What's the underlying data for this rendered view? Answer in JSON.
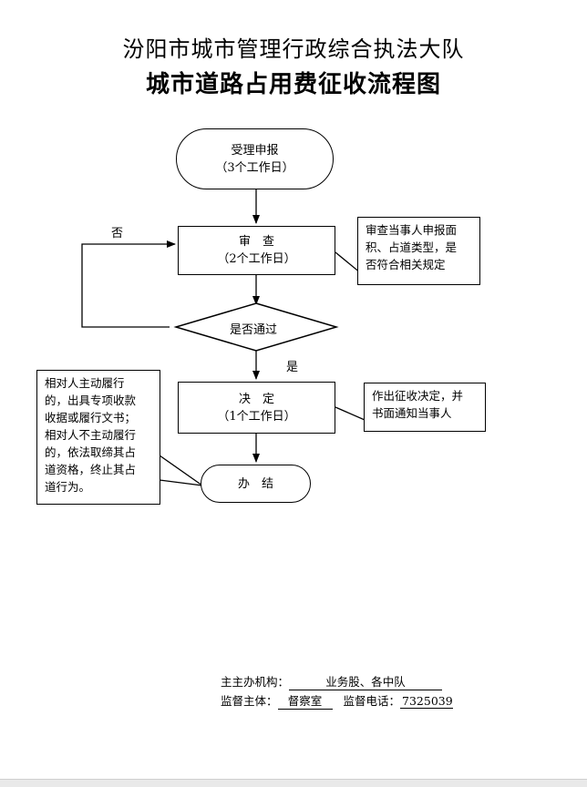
{
  "title": {
    "line1": "汾阳市城市管理行政综合执法大队",
    "line2": "城市道路占用费征收流程图"
  },
  "nodes": {
    "accept": {
      "label": "受理申报",
      "duration": "（3个工作日）"
    },
    "review": {
      "label": "审　查",
      "duration": "（2个工作日）"
    },
    "decision_diamond": {
      "label": "是否通过"
    },
    "decide": {
      "label": "决　定",
      "duration": "（1个工作日）"
    },
    "finish": {
      "label": "办　结"
    }
  },
  "edge_labels": {
    "no": "否",
    "yes": "是"
  },
  "notes": {
    "review_note": [
      "审查当事人申报面",
      "积、占道类型，是",
      "否符合相关规定"
    ],
    "decide_note": [
      "作出征收决定，并",
      "书面通知当事人"
    ],
    "finish_note": [
      "相对人主动履行",
      "的，出具专项收款",
      "收据或履行文书；",
      "相对人不主动履行",
      "的，依法取缔其占",
      "道资格，终止其占",
      "道行为。"
    ]
  },
  "footer": {
    "org_label": "主主办机构：",
    "org_value": "业务股、各中队",
    "supervisor_label": "监督主体：",
    "supervisor_value": "督察室",
    "phone_label": "监督电话：",
    "phone_value": "7325039"
  }
}
